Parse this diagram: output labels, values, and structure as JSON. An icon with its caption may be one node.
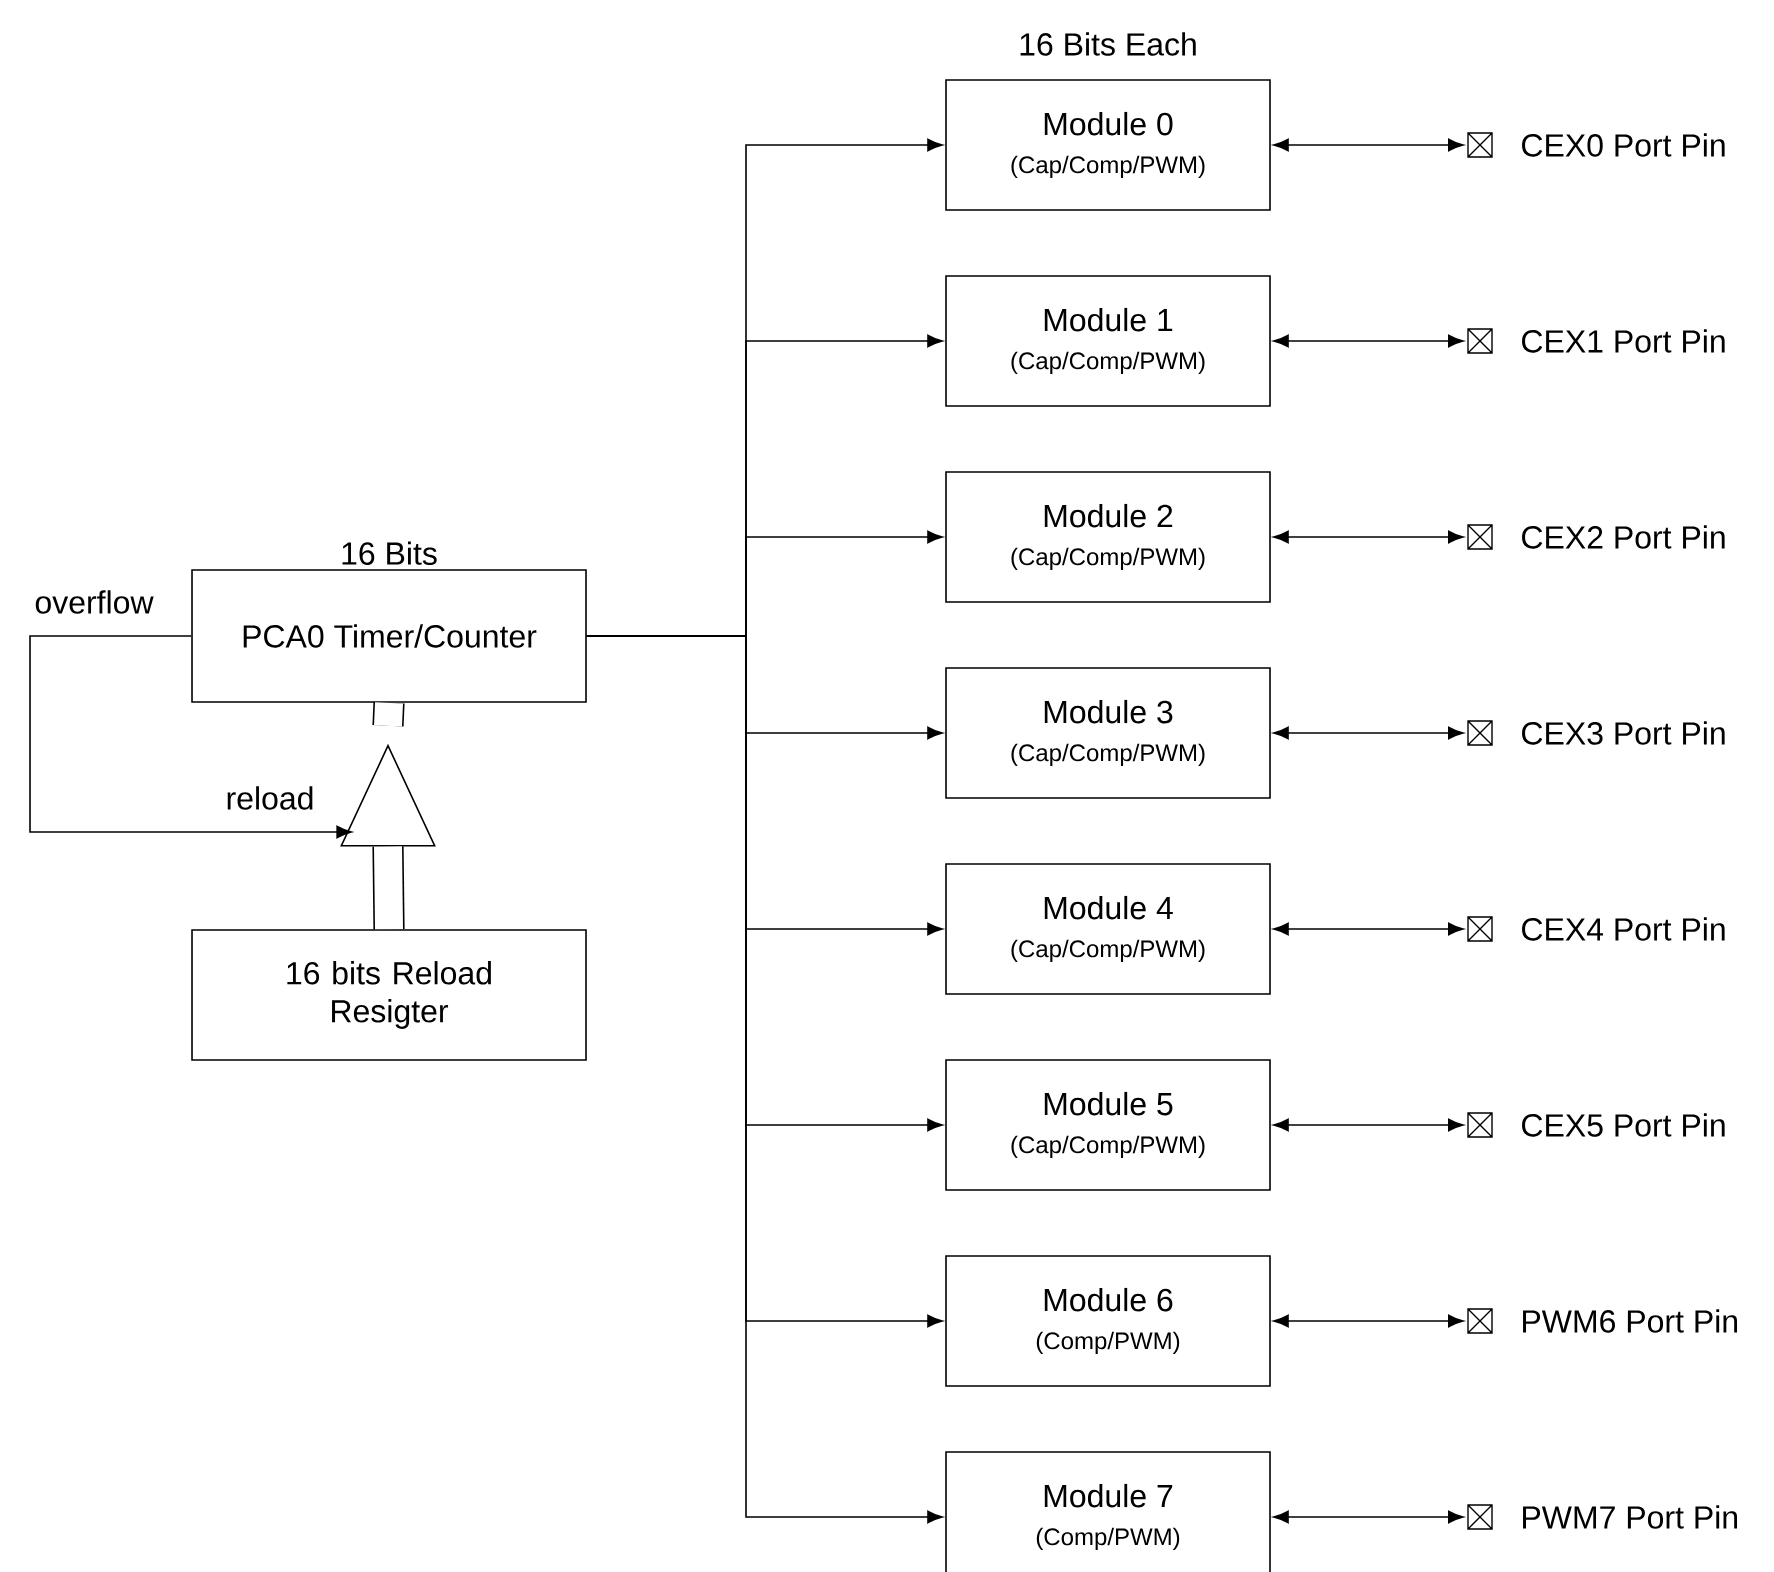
{
  "diagram": {
    "nodes": [
      {
        "text": [
          "16 Bits",
          "PCA0 Timer/Counter"
        ]
      },
      {
        "text": [],
        "shape": "triangle"
      },
      {
        "text": [
          "16 bits Reload Resigter"
        ]
      },
      {
        "text": [
          "Module 0",
          "(Cap/Comp/PWM)"
        ]
      },
      {
        "text": [
          "Module 1",
          "(Cap/Comp/PWM)"
        ]
      },
      {
        "text": [
          "Module 2",
          "(Cap/Comp/PWM)"
        ]
      },
      {
        "text": [
          "Module 3",
          "(Cap/Comp/PWM)"
        ]
      },
      {
        "text": [
          "Module 4",
          "(Cap/Comp/PWM)"
        ]
      },
      {
        "text": [
          "Module 5",
          "(Cap/Comp/PWM)"
        ]
      },
      {
        "text": [
          "Module 6",
          "(Comp/PWM)"
        ]
      },
      {
        "text": [
          "Module 7",
          "(Comp/PWM)"
        ]
      },
      {
        "text": [
          "CEX0 Port Pin"
        ]
      },
      {
        "text": [
          "CEX1 Port Pin"
        ]
      },
      {
        "text": [
          "CEX2 Port Pin"
        ]
      },
      {
        "text": [
          "CEX3 Port Pin"
        ]
      },
      {
        "text": [
          "CEX4 Port Pin"
        ]
      },
      {
        "text": [
          "CEX5 Port Pin"
        ]
      },
      {
        "text": [
          "PWM6 Port Pin"
        ]
      },
      {
        "text": [
          "PWM7 Port Pin"
        ]
      }
    ],
    "edges": [
      {
        "from": 0,
        "to": 3,
        "arrow": "to"
      },
      {
        "from": 0,
        "to": 4,
        "arrow": "to"
      },
      {
        "from": 0,
        "to": 5,
        "arrow": "to"
      },
      {
        "from": 0,
        "to": 6,
        "arrow": "to"
      },
      {
        "from": 0,
        "to": 7,
        "arrow": "to"
      },
      {
        "from": 0,
        "to": 8,
        "arrow": "to"
      },
      {
        "from": 0,
        "to": 9,
        "arrow": "to"
      },
      {
        "from": 0,
        "to": 10,
        "arrow": "to"
      },
      {
        "from": 0,
        "to": 1,
        "arrow": "to",
        "label": "reload"
      },
      {
        "from": 1,
        "to": 0,
        "arrow": "none",
        "style": "thick"
      },
      {
        "from": 2,
        "to": 1,
        "arrow": "none",
        "style": "thick"
      },
      {
        "from": 3,
        "to": 11,
        "arrow": "both"
      },
      {
        "from": 4,
        "to": 12,
        "arrow": "both"
      },
      {
        "from": 5,
        "to": 13,
        "arrow": "both"
      },
      {
        "from": 6,
        "to": 14,
        "arrow": "both"
      },
      {
        "from": 7,
        "to": 15,
        "arrow": "both"
      },
      {
        "from": 8,
        "to": 16,
        "arrow": "both"
      },
      {
        "from": 9,
        "to": 17,
        "arrow": "both"
      },
      {
        "from": 10,
        "to": 18,
        "arrow": "both"
      }
    ],
    "labels": [
      "16 Bits Each",
      "overflow"
    ]
  }
}
